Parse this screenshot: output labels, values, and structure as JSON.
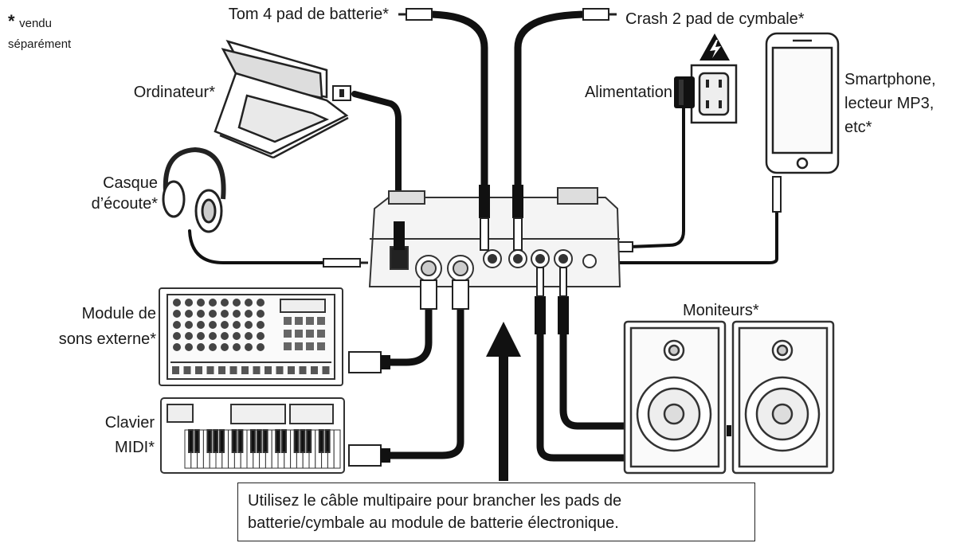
{
  "legend": {
    "star": "*",
    "line1": "vendu",
    "line2": "séparément"
  },
  "labels": {
    "tom": "Tom 4 pad de batterie*",
    "crash": "Crash 2 pad de cymbale*",
    "computer": "Ordinateur*",
    "power": "Alimentation",
    "smartphone_1": "Smartphone,",
    "smartphone_2": "lecteur MP3,",
    "smartphone_3": "etc*",
    "headphones_1": "Casque",
    "headphones_2": "d’écoute*",
    "sound_module_1": "Module de",
    "sound_module_2": "sons externe*",
    "monitors": "Moniteurs*",
    "midi_keyboard_1": "Clavier",
    "midi_keyboard_2": "MIDI*"
  },
  "note": {
    "line1": "Utilisez le câble multipaire pour brancher les pads de",
    "line2": "batterie/cymbale au module de batterie électronique."
  }
}
